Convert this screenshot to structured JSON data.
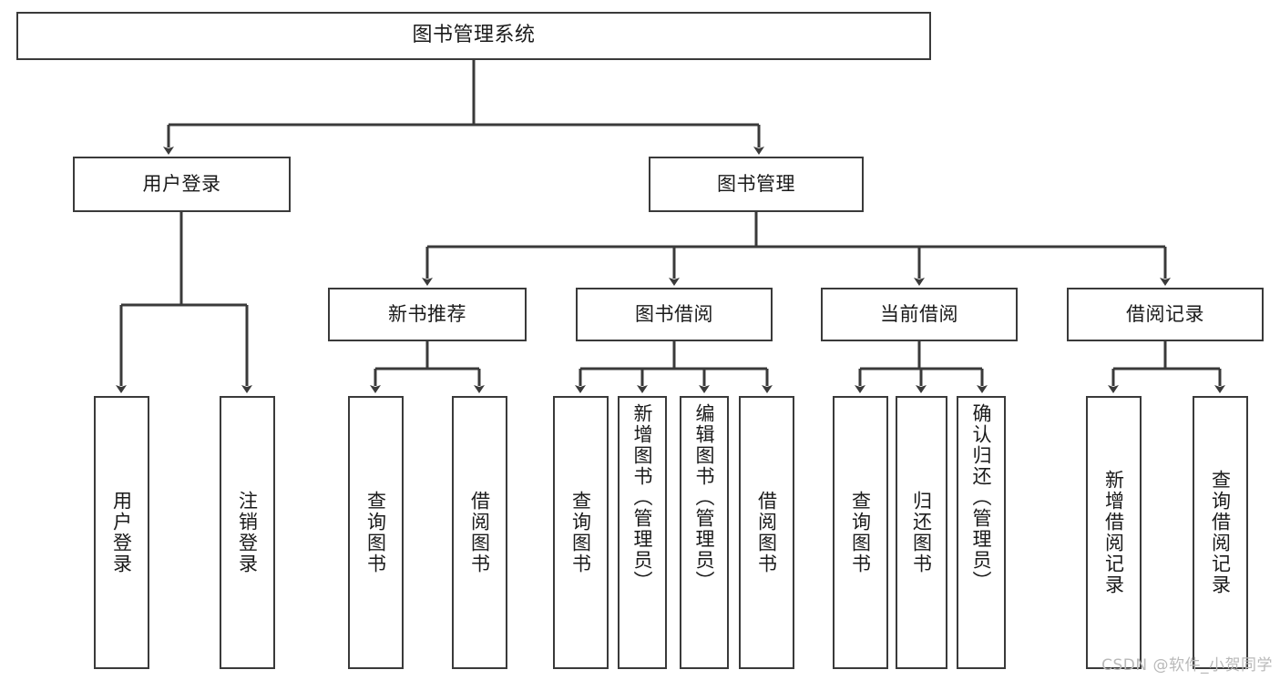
{
  "diagram": {
    "title": "图书管理系统",
    "type": "tree-hierarchy-diagram",
    "watermark": "CSDN @软件_小贺同学",
    "colors": {
      "background": "#ffffff",
      "box_border": "#3a3a3a",
      "box_fill": "#ffffff",
      "connector": "#3a3a3a",
      "text": "#1a1a1a",
      "watermark": "#b9b9b9"
    },
    "root": {
      "label": "图书管理系统"
    },
    "level2": [
      {
        "id": "user-login",
        "label": "用户登录"
      },
      {
        "id": "book-manage",
        "label": "图书管理"
      }
    ],
    "level3": [
      {
        "id": "new-book-recommend",
        "label": "新书推荐"
      },
      {
        "id": "book-borrow",
        "label": "图书借阅"
      },
      {
        "id": "current-borrow",
        "label": "当前借阅"
      },
      {
        "id": "borrow-record",
        "label": "借阅记录"
      }
    ],
    "leaves": {
      "user_login": [
        {
          "id": "leaf-user-login",
          "label": "用户登录"
        },
        {
          "id": "leaf-logout",
          "label": "注销登录"
        }
      ],
      "new_book_recommend": [
        {
          "id": "leaf-query-book-1",
          "label": "查询图书"
        },
        {
          "id": "leaf-borrow-book-1",
          "label": "借阅图书"
        }
      ],
      "book_borrow": [
        {
          "id": "leaf-query-book-2",
          "label": "查询图书"
        },
        {
          "id": "leaf-add-book",
          "label": "新增图书（管理员）"
        },
        {
          "id": "leaf-edit-book",
          "label": "编辑图书（管理员）"
        },
        {
          "id": "leaf-borrow-book-2",
          "label": "借阅图书"
        }
      ],
      "current_borrow": [
        {
          "id": "leaf-query-book-3",
          "label": "查询图书"
        },
        {
          "id": "leaf-return-book",
          "label": "归还图书"
        },
        {
          "id": "leaf-confirm-return",
          "label": "确认归还（管理员）"
        }
      ],
      "borrow_record": [
        {
          "id": "leaf-add-record",
          "label": "新增借阅记录"
        },
        {
          "id": "leaf-query-record",
          "label": "查询借阅记录"
        }
      ]
    }
  }
}
